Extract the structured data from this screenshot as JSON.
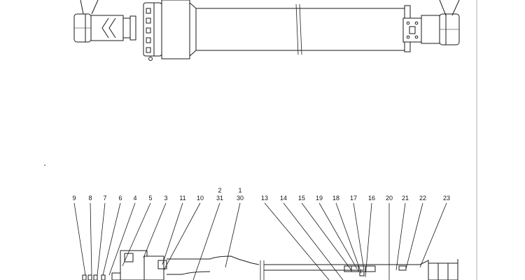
{
  "diagram": {
    "callouts": [
      {
        "id": "9",
        "label": "9"
      },
      {
        "id": "8",
        "label": "8"
      },
      {
        "id": "7",
        "label": "7"
      },
      {
        "id": "6",
        "label": "6"
      },
      {
        "id": "4",
        "label": "4"
      },
      {
        "id": "5",
        "label": "5"
      },
      {
        "id": "3",
        "label": "3"
      },
      {
        "id": "11",
        "label": "11"
      },
      {
        "id": "10",
        "label": "10"
      },
      {
        "id": "2",
        "label": "2"
      },
      {
        "id": "31",
        "label": "31"
      },
      {
        "id": "1",
        "label": "1"
      },
      {
        "id": "30",
        "label": "30"
      },
      {
        "id": "13",
        "label": "13"
      },
      {
        "id": "14",
        "label": "14"
      },
      {
        "id": "15",
        "label": "15"
      },
      {
        "id": "19",
        "label": "19"
      },
      {
        "id": "18",
        "label": "18"
      },
      {
        "id": "17",
        "label": "17"
      },
      {
        "id": "16",
        "label": "16"
      },
      {
        "id": "20",
        "label": "20"
      },
      {
        "id": "21",
        "label": "21"
      },
      {
        "id": "22",
        "label": "22"
      },
      {
        "id": "23",
        "label": "23"
      }
    ],
    "colors": {
      "line": "#1a1a1a",
      "fill": "#ffffff"
    }
  }
}
